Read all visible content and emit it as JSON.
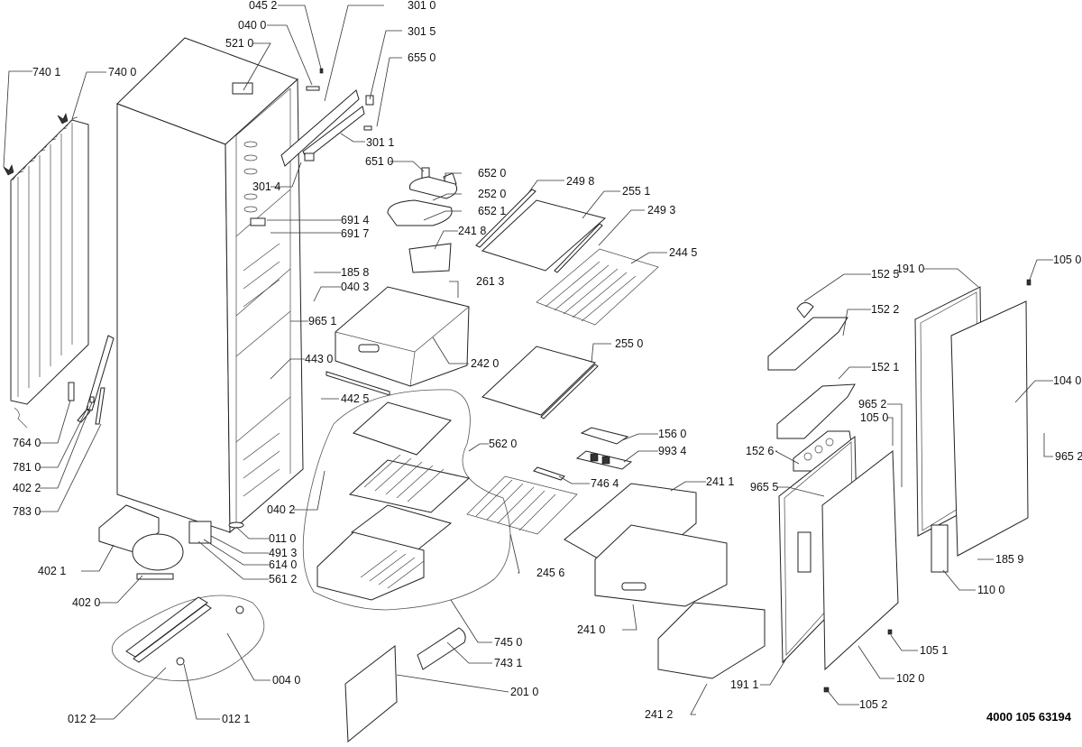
{
  "diagram": {
    "title": "Refrigerator exploded parts diagram",
    "document_number": "4000 105 63194",
    "callouts": [
      {
        "id": "045-2",
        "label": "045 2"
      },
      {
        "id": "040-0",
        "label": "040 0"
      },
      {
        "id": "521-0",
        "label": "521 0"
      },
      {
        "id": "740-1",
        "label": "740 1"
      },
      {
        "id": "740-0",
        "label": "740 0"
      },
      {
        "id": "301-0",
        "label": "301 0"
      },
      {
        "id": "301-5",
        "label": "301 5"
      },
      {
        "id": "655-0",
        "label": "655 0"
      },
      {
        "id": "301-1",
        "label": "301 1"
      },
      {
        "id": "651-0",
        "label": "651 0"
      },
      {
        "id": "652-0",
        "label": "652 0"
      },
      {
        "id": "252-0",
        "label": "252 0"
      },
      {
        "id": "652-1",
        "label": "652 1"
      },
      {
        "id": "301-4",
        "label": "301 4"
      },
      {
        "id": "691-4",
        "label": "691 4"
      },
      {
        "id": "691-7",
        "label": "691 7"
      },
      {
        "id": "249-8",
        "label": "249 8"
      },
      {
        "id": "255-1",
        "label": "255 1"
      },
      {
        "id": "249-3",
        "label": "249 3"
      },
      {
        "id": "241-8",
        "label": "241 8"
      },
      {
        "id": "244-5",
        "label": "244 5"
      },
      {
        "id": "185-8",
        "label": "185 8"
      },
      {
        "id": "040-3",
        "label": "040 3"
      },
      {
        "id": "261-3",
        "label": "261 3"
      },
      {
        "id": "965-1",
        "label": "965 1"
      },
      {
        "id": "443-0",
        "label": "443 0"
      },
      {
        "id": "242-0",
        "label": "242 0"
      },
      {
        "id": "255-0",
        "label": "255 0"
      },
      {
        "id": "442-5",
        "label": "442 5"
      },
      {
        "id": "764-0",
        "label": "764 0"
      },
      {
        "id": "781-0",
        "label": "781 0"
      },
      {
        "id": "402-2",
        "label": "402 2"
      },
      {
        "id": "783-0",
        "label": "783 0"
      },
      {
        "id": "562-0",
        "label": "562 0"
      },
      {
        "id": "156-0",
        "label": "156 0"
      },
      {
        "id": "993-4",
        "label": "993 4"
      },
      {
        "id": "746-4",
        "label": "746 4"
      },
      {
        "id": "241-1",
        "label": "241 1"
      },
      {
        "id": "040-2",
        "label": "040 2"
      },
      {
        "id": "011-0",
        "label": "011 0"
      },
      {
        "id": "491-3",
        "label": "491 3"
      },
      {
        "id": "614-0",
        "label": "614 0"
      },
      {
        "id": "561-2",
        "label": "561 2"
      },
      {
        "id": "402-1",
        "label": "402 1"
      },
      {
        "id": "402-0",
        "label": "402 0"
      },
      {
        "id": "245-6",
        "label": "245 6"
      },
      {
        "id": "241-0",
        "label": "241 0"
      },
      {
        "id": "745-0",
        "label": "745 0"
      },
      {
        "id": "743-1",
        "label": "743 1"
      },
      {
        "id": "004-0",
        "label": "004 0"
      },
      {
        "id": "201-0",
        "label": "201 0"
      },
      {
        "id": "012-2",
        "label": "012 2"
      },
      {
        "id": "012-1",
        "label": "012 1"
      },
      {
        "id": "241-2",
        "label": "241 2"
      },
      {
        "id": "191-1",
        "label": "191 1"
      },
      {
        "id": "152-5",
        "label": "152 5"
      },
      {
        "id": "152-2",
        "label": "152 2"
      },
      {
        "id": "152-1",
        "label": "152 1"
      },
      {
        "id": "152-6",
        "label": "152 6"
      },
      {
        "id": "965-5",
        "label": "965 5"
      },
      {
        "id": "965-2a",
        "label": "965 2"
      },
      {
        "id": "105-0a",
        "label": "105 0"
      },
      {
        "id": "191-0",
        "label": "191 0"
      },
      {
        "id": "105-0b",
        "label": "105 0"
      },
      {
        "id": "104-0",
        "label": "104 0"
      },
      {
        "id": "965-2b",
        "label": "965 2"
      },
      {
        "id": "185-9",
        "label": "185 9"
      },
      {
        "id": "110-0",
        "label": "110 0"
      },
      {
        "id": "105-1",
        "label": "105 1"
      },
      {
        "id": "102-0",
        "label": "102 0"
      },
      {
        "id": "105-2",
        "label": "105 2"
      }
    ]
  }
}
